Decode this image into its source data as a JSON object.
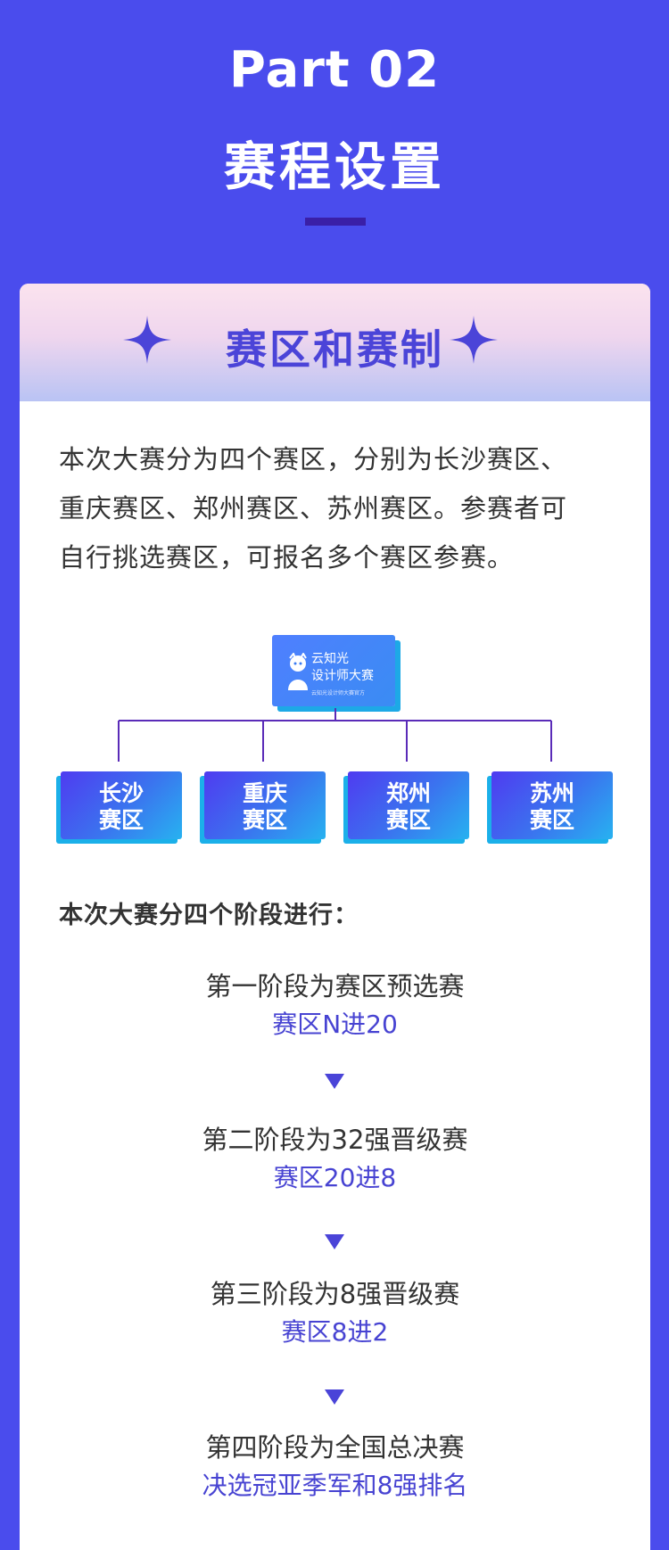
{
  "header": {
    "part": "Part 02",
    "subtitle": "赛程设置"
  },
  "card": {
    "title": "赛区和赛制",
    "intro_lines": [
      "本次大赛分为四个赛区，分别为长沙赛区、",
      "重庆赛区、郑州赛区、苏州赛区。参赛者可",
      "自行挑选赛区，可报名多个赛区参赛。"
    ],
    "logo": {
      "line1": "云知光",
      "line2": "设计师大赛",
      "tagline": "云知光设计师大赛官方"
    },
    "regions": [
      {
        "label": "长沙\n赛区"
      },
      {
        "label": "重庆\n赛区"
      },
      {
        "label": "郑州\n赛区"
      },
      {
        "label": "苏州\n赛区"
      }
    ],
    "stages_title": "本次大赛分四个阶段进行：",
    "stages": [
      {
        "name": "第一阶段为赛区预选赛",
        "detail": "赛区N进20"
      },
      {
        "name": "第二阶段为32强晋级赛",
        "detail": "赛区20进8"
      },
      {
        "name": "第三阶段为8强晋级赛",
        "detail": "赛区8进2"
      },
      {
        "name": "第四阶段为全国总决赛",
        "detail": "决选冠亚季军和8强排名"
      }
    ]
  },
  "colors": {
    "background": "#4a4ced",
    "accent": "#4b44d8",
    "tree_line": "#5a2bb8"
  },
  "icons": [
    "sparkle-star-icon",
    "mascot-icon",
    "down-triangle-icon"
  ]
}
